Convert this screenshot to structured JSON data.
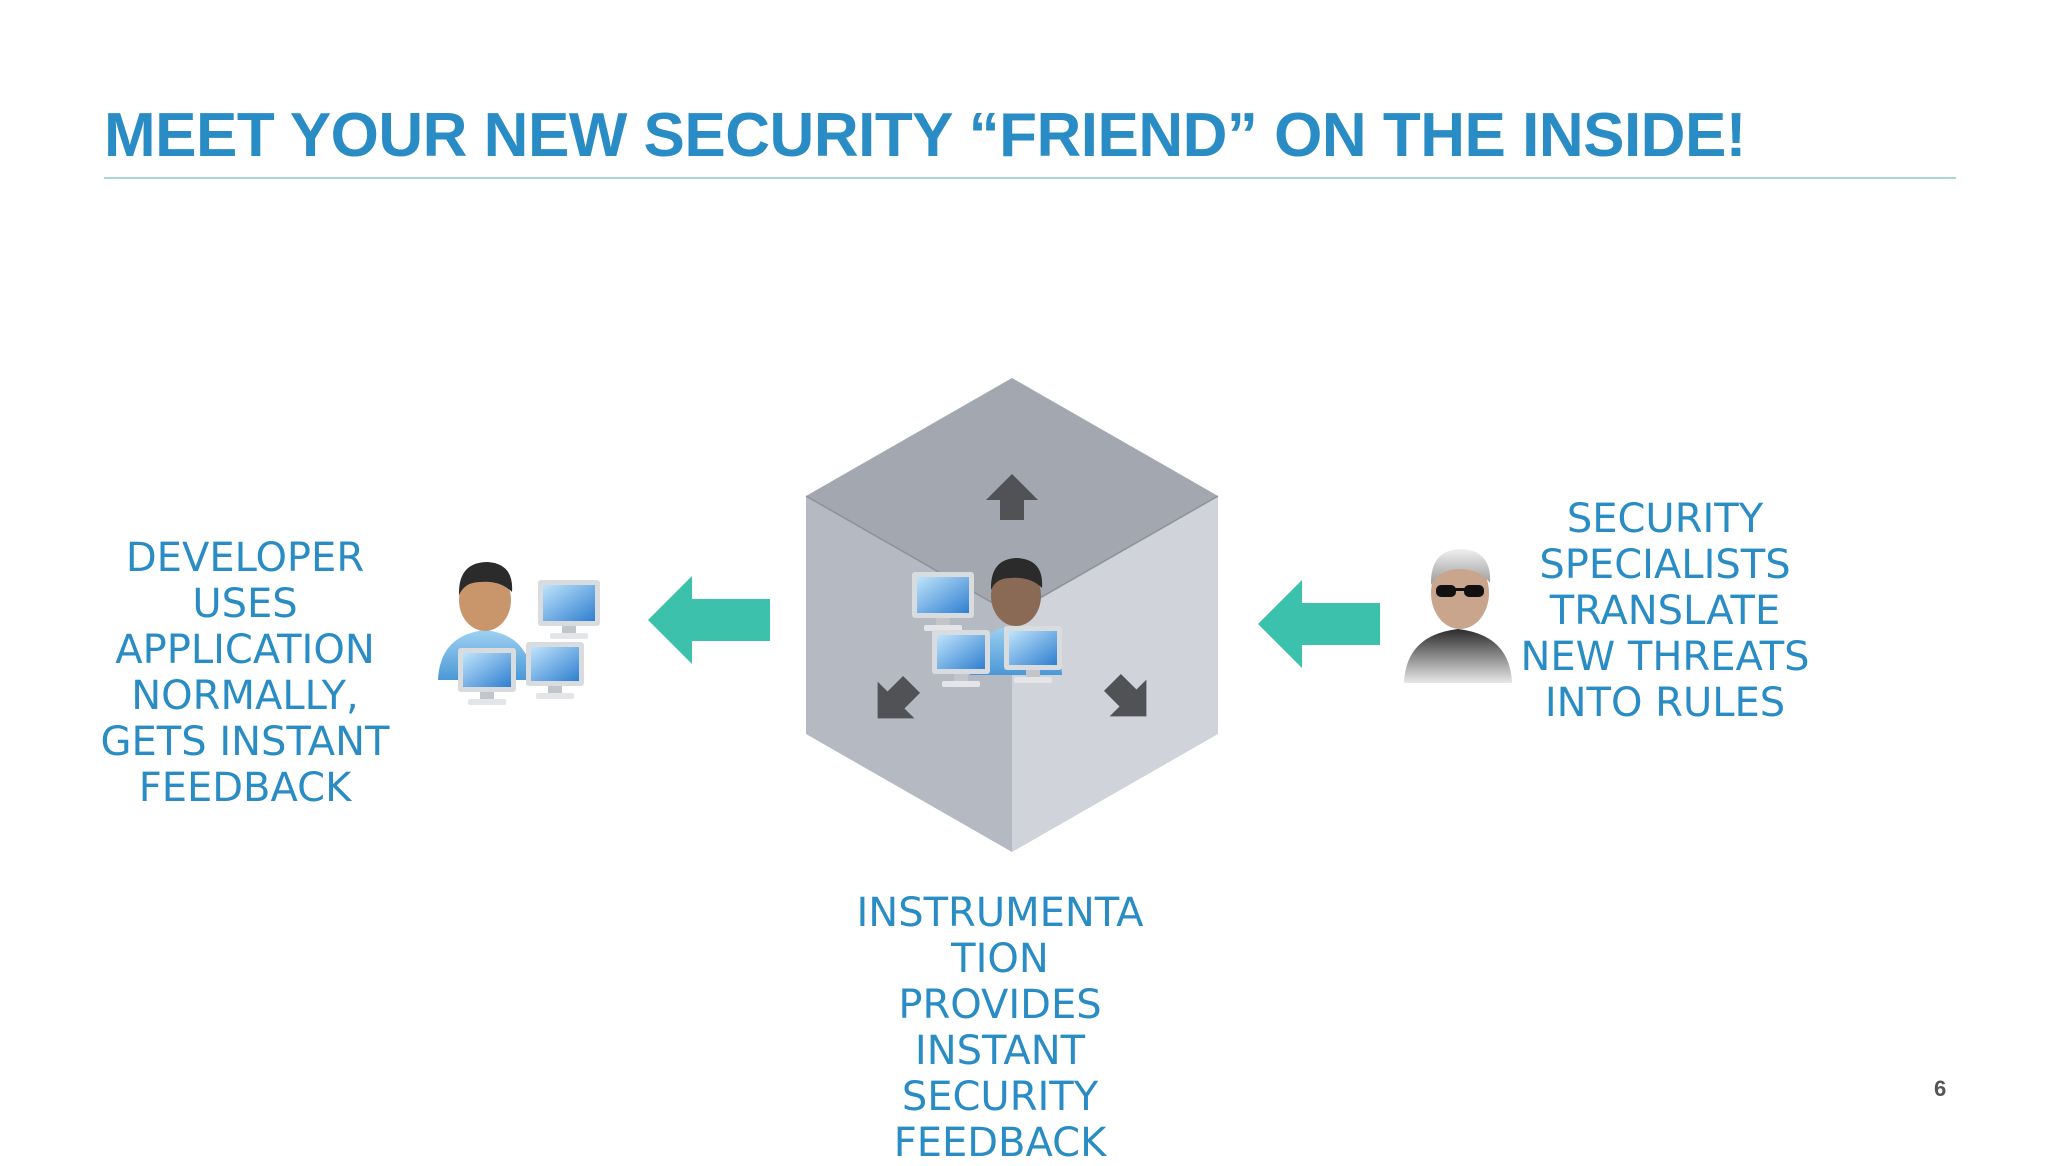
{
  "slide": {
    "title": "MEET YOUR NEW SECURITY “FRIEND” ON THE INSIDE!",
    "page_number": "6"
  },
  "developer": {
    "caption_lines": [
      "DEVELOPER",
      "USES",
      "APPLICATION",
      "NORMALLY,",
      "GETS INSTANT",
      "FEEDBACK"
    ]
  },
  "instrumentation": {
    "caption_lines": [
      "INSTRUMENTA",
      "TION",
      "PROVIDES",
      "INSTANT",
      "SECURITY",
      "FEEDBACK"
    ]
  },
  "security": {
    "caption_lines": [
      "SECURITY",
      "SPECIALISTS",
      "TRANSLATE",
      "NEW THREATS",
      "INTO RULES"
    ]
  },
  "colors": {
    "title": "#2a8cc4",
    "caption": "#2a8cc4",
    "accent_arrow": "#3cc1ad",
    "rule": "#a9d8d0",
    "cube_top": "#a3a7b0",
    "cube_left": "#b5b9c1",
    "cube_right": "#d0d3d9",
    "dark_arrow": "#505256"
  },
  "icons": {
    "developer": "developer-with-computers-icon",
    "instrumented_agent": "agent-with-computers-icon",
    "security_specialist": "specialist-with-sunglasses-icon",
    "flow_arrows": "arrow-left-icon",
    "cube": "cube-icon"
  }
}
